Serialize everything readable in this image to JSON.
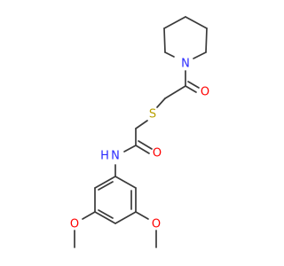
{
  "molecule": {
    "atoms": {
      "piperidine_nitrogen": {
        "symbol": "N",
        "color": "#2a2aff"
      },
      "ketone_oxygen": {
        "symbol": "O",
        "color": "#ff0000"
      },
      "thioether_sulfur": {
        "symbol": "S",
        "color": "#b8a000"
      },
      "amide_oxygen": {
        "symbol": "O",
        "color": "#ff0000"
      },
      "amide_nitrogen": {
        "symbol": "N",
        "color": "#2a2aff"
      },
      "amide_hydrogen": {
        "symbol": "H",
        "color": "#2a2aff"
      },
      "methoxy_oxygen_left": {
        "symbol": "O",
        "color": "#ff0000"
      },
      "methoxy_oxygen_right": {
        "symbol": "O",
        "color": "#ff0000"
      }
    },
    "bond_color": "#3a3a3a"
  }
}
